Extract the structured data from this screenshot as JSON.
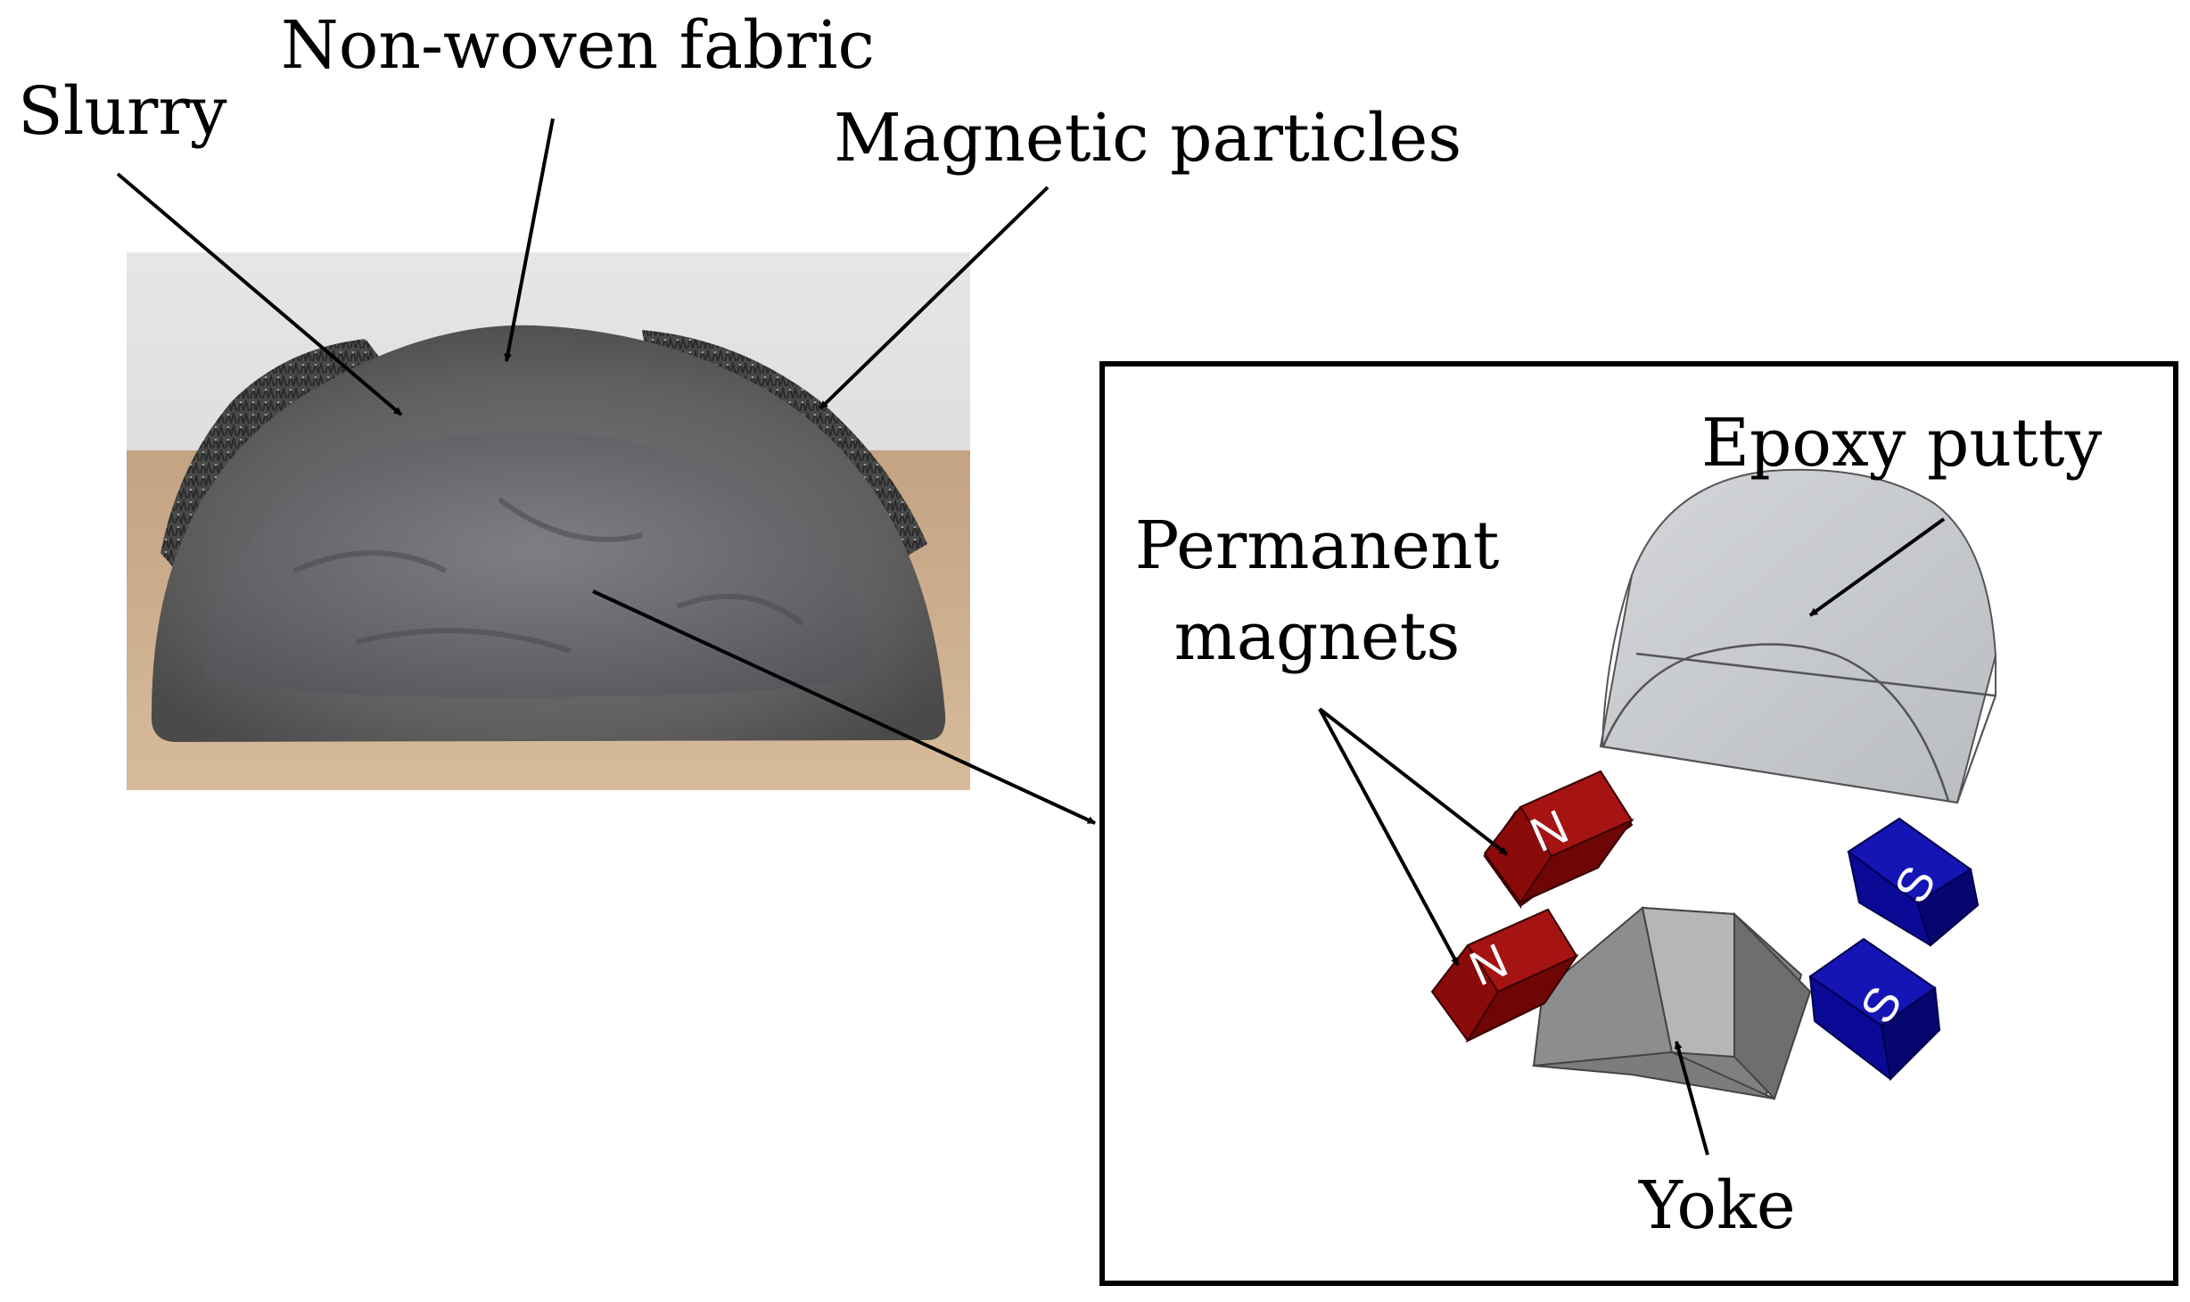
{
  "photo_labels": {
    "slurry": "Slurry",
    "non_woven_fabric": "Non-woven fabric",
    "magnetic_particles": "Magnetic particles"
  },
  "model_labels": {
    "epoxy_putty": "Epoxy putty",
    "permanent_magnets_line1": "Permanent",
    "permanent_magnets_line2": "magnets",
    "yoke": "Yoke"
  },
  "magnet_marks": {
    "north": "N",
    "south": "S"
  },
  "colors": {
    "north_magnet": "#8b0a0a",
    "south_magnet": "#0a0a96",
    "yoke": "#8a8a8a",
    "epoxy_putty": "#c8cace",
    "fabric": "#6e6e6e",
    "table": "#c9ab8a",
    "wall": "#dcdcdc"
  }
}
